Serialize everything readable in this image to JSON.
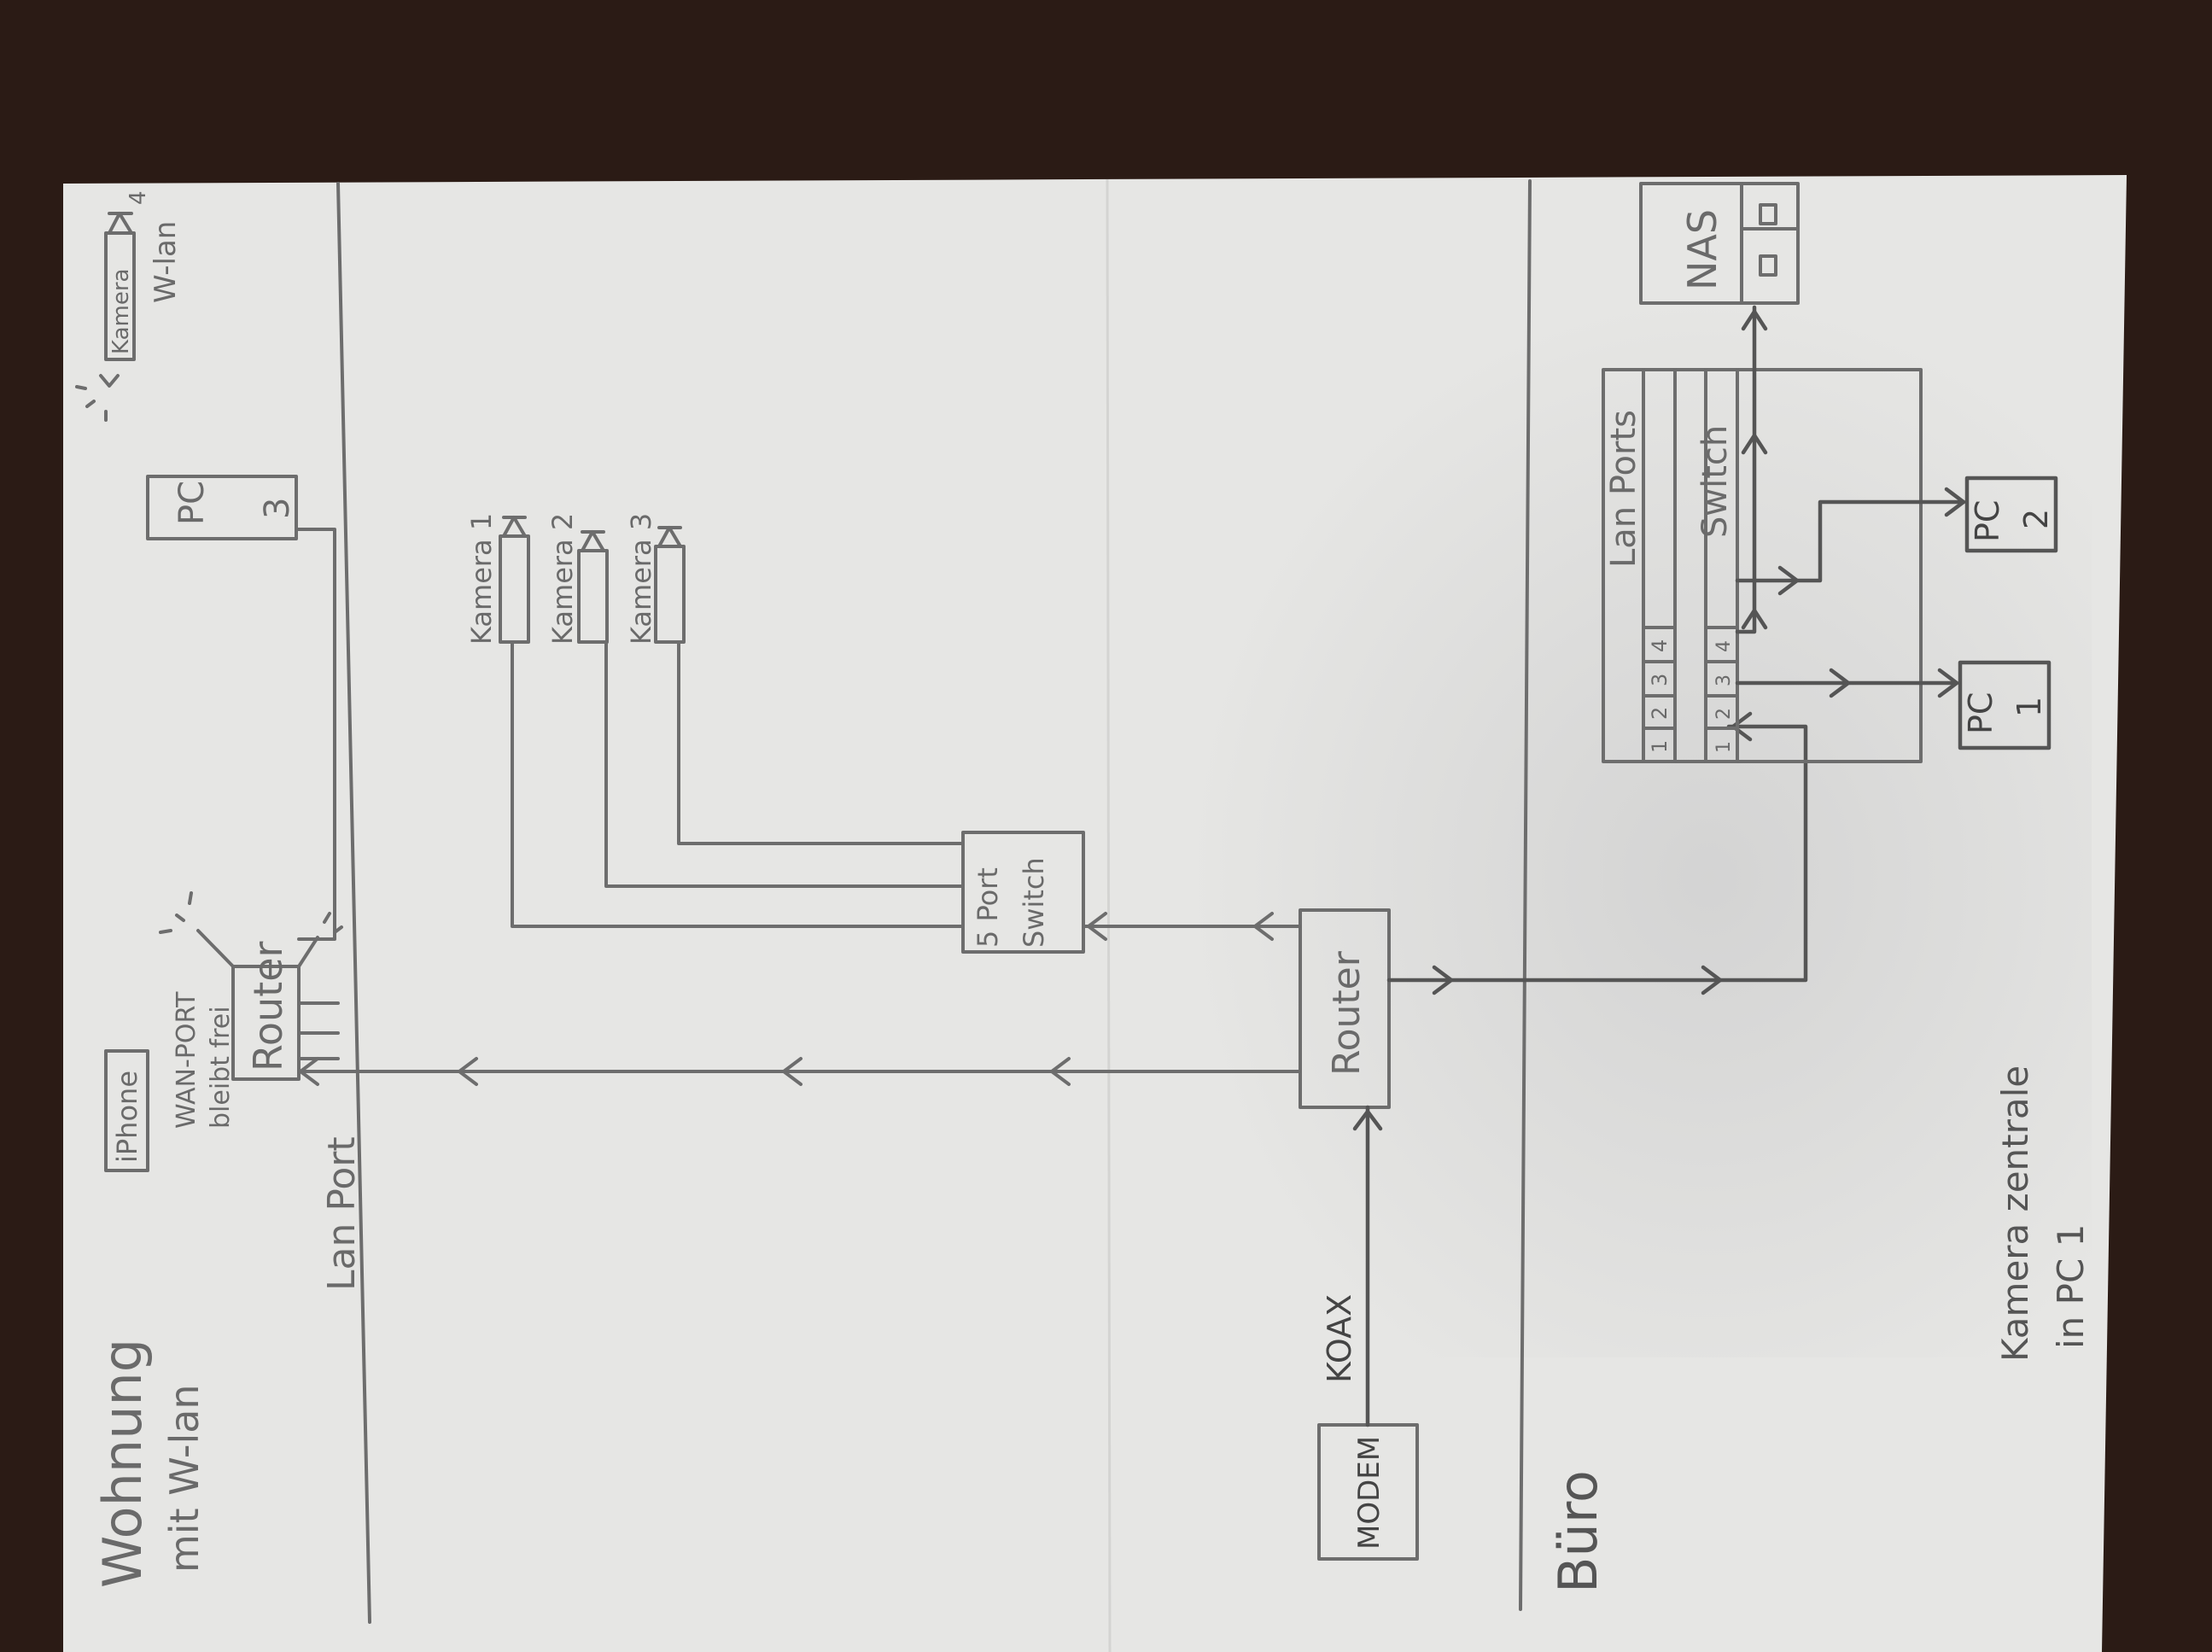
{
  "apartment": {
    "title": "Wohnung",
    "subtitle": "mit W-lan",
    "iphone": "iPhone",
    "wan_note_1": "WAN-PORT",
    "wan_note_2": "bleibt frei",
    "router": "Router",
    "lan_port": "Lan Port",
    "pc3_a": "PC",
    "pc3_b": "3",
    "camera4": "Kamera",
    "camera4_num": "4",
    "camera4_note": "W-lan"
  },
  "middle": {
    "cameras": [
      "Kamera 1",
      "Kamera 2",
      "Kamera 3"
    ],
    "switch_1": "5 Port",
    "switch_2": "Switch",
    "router": "Router",
    "modem": "MODEM",
    "koax": "KOAX"
  },
  "office": {
    "title": "Büro",
    "note_1": "Kamera zentrale",
    "note_2": "in PC 1",
    "lan_ports": "Lan Ports",
    "switch": "Switch",
    "ports": [
      "1",
      "2",
      "3",
      "4"
    ],
    "nas": "NAS",
    "pc1_a": "PC",
    "pc1_b": "1",
    "pc2_a": "PC",
    "pc2_b": "2"
  }
}
